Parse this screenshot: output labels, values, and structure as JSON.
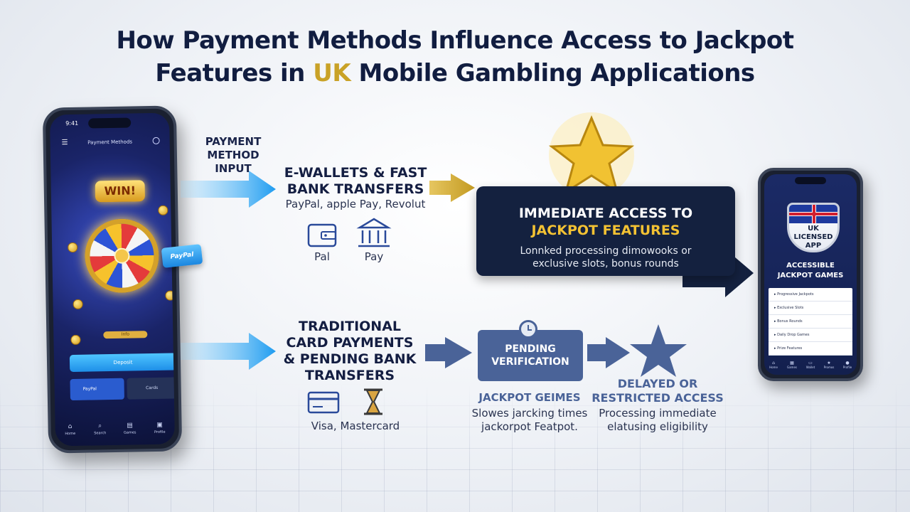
{
  "title": {
    "line1": "How Payment Methods Influence Access to Jackpot",
    "line2_pre": "Features in ",
    "line2_gold": "UK",
    "line2_post": " Mobile Gambling Applications"
  },
  "colors": {
    "navy": "#14213f",
    "gold": "#c9a227",
    "blue_arrow": "#2ea8f2",
    "gold_arrow": "#c9a227",
    "slate_arrow": "#4a6398"
  },
  "left_phone": {
    "time": "9:41",
    "header": "Payment Methods",
    "win": "WIN!",
    "paypal_chip": "PayPal",
    "gold_bar": "Info",
    "blue_button": "Deposit",
    "paypal_button": "PayPal",
    "other_button": "Cards",
    "nav": [
      {
        "icon": "home-icon",
        "label": "Home"
      },
      {
        "icon": "search-icon",
        "label": "Search"
      },
      {
        "icon": "list-icon",
        "label": "Games"
      },
      {
        "icon": "profile-icon",
        "label": "Profile"
      }
    ]
  },
  "payment_input_label": "PAYMENT\nMETHOD\nINPUT",
  "ewallet": {
    "heading": "E-WALLETS & FAST\nBANK TRANSFERS",
    "sub": "PayPal, apple Pay, Revolut",
    "icon1_label": "Pal",
    "icon2_label": "Pay"
  },
  "immediate": {
    "line1": "IMMEDIATE ACCESS TO",
    "line2": "JACKPOT FEATURES",
    "line3": "Lonnked processing dimowooks or\nexclusive slots, bonus rounds"
  },
  "traditional": {
    "heading": "TRADITIONAL\nCARD PAYMENTS\n& PENDING BANK\nTRANSFERS",
    "sub": "Visa, Mastercard"
  },
  "pending": {
    "label": "PENDING\nVERIFICATION",
    "jackpot_heading": "JACKPOT GEIMES",
    "jackpot_sub": "Slowes jarcking times\njackorpot Featpot."
  },
  "delayed": {
    "heading": "DELAYED OR\nRESTRICTED ACCESS",
    "sub": "Processing immediate\nelatusing eligibility"
  },
  "right_phone": {
    "badge": "UK LICENSED\nAPP",
    "title": "ACCESSIBLE\nJACKPOT GAMES",
    "items": [
      "Progressive Jackpots",
      "Exclusive Slots",
      "Bonus Rounds",
      "Daily Drop Games",
      "Prize Features"
    ],
    "nav": [
      {
        "icon": "home-icon",
        "label": "Home"
      },
      {
        "icon": "games-icon",
        "label": "Games"
      },
      {
        "icon": "wallet-icon",
        "label": "Wallet"
      },
      {
        "icon": "promo-icon",
        "label": "Promos"
      },
      {
        "icon": "profile-icon",
        "label": "Profile"
      }
    ]
  }
}
